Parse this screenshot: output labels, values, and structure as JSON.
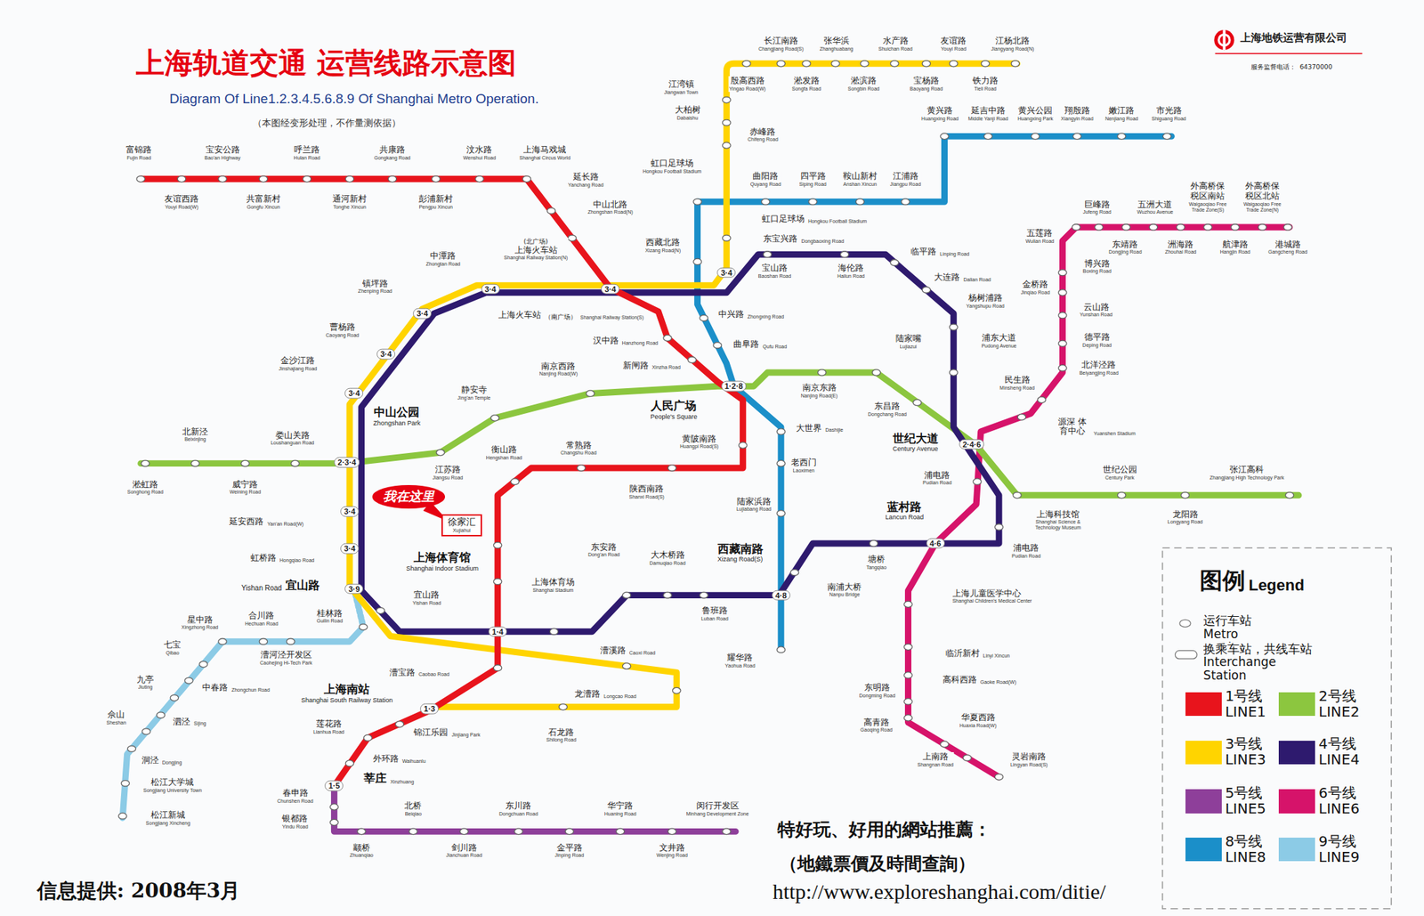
{
  "diagram": {
    "title": "上海轨道交通 运营线路示意图",
    "nodes": [
      {
        "text": [
          "我在这里"
        ]
      },
      {
        "text": [
          "徐家汇",
          "Xujiahui"
        ]
      }
    ],
    "labels": [
      "Diagram Of Line1.2.3.4.5.6.8.9 Of Shanghai Metro Operation.",
      "（本图经变形处理，不作量测依据）",
      "上海地铁运营有限公司",
      "服务监督电话：",
      "64370000",
      "图例",
      "Legend",
      "信息提供: 2008年3月",
      "特好玩、好用的網站推薦：",
      "（地鐵票價及時間查詢）",
      "http://www.exploreshanghai.com/ditie/",
      "富锦路",
      "Fujin Road",
      "友谊西路",
      "Youyi Road(W)",
      "宝安公路",
      "Bao'an Highway",
      "共富新村",
      "Gongfu Xincun",
      "呼兰路",
      "Hulan Road",
      "通河新村",
      "Tonghe Xincun",
      "共康路",
      "Gongkang Road",
      "彭浦新村",
      "Pengpu Xincun",
      "汶水路",
      "Wenshui Road",
      "上海马戏城",
      "Shanghai Circus World",
      "延长路",
      "Yanchang Road",
      "中山北路",
      "Zhongshan Road(N)",
      "(北广场)",
      "上海火车站",
      "Shanghai Railway Station(N)",
      "汉中路",
      "Hanzhong Road",
      "新闸路",
      "Xinzha Road",
      "黄陂南路",
      "Huangpi Road(S)",
      "陕西南路",
      "Shanxi Road(S)",
      "常熟路",
      "Changshu Road",
      "衡山路",
      "Hengshan Road",
      "上海体育馆",
      "Shanghai Indoor Stadium",
      "漕宝路",
      "Caobao Road",
      "上海南站",
      "Shanghai South Railway Station",
      "锦江乐园",
      "Jinjiang Park",
      "莲花路",
      "Lianhua Road",
      "外环路",
      "Waihuanlu",
      "莘庄",
      "Xinzhuang",
      "春申路",
      "Chunshen Road",
      "银都路",
      "Yindu Road",
      "颛桥",
      "Zhuanqiao",
      "北桥",
      "Beiqiao",
      "剑川路",
      "Jianchuan Road",
      "东川路",
      "Dongchuan Road",
      "金平路",
      "Jinping Road",
      "华宁路",
      "Huaning Road",
      "文井路",
      "Wenjing Road",
      "闵行开发区",
      "Minhang Development Zone",
      "淞虹路",
      "Songhong Road",
      "北新泾",
      "Beixinjing",
      "威宁路",
      "Weining Road",
      "娄山关路",
      "Loushanguan Road",
      "江苏路",
      "Jiangsu Road",
      "静安寺",
      "Jing'an Temple",
      "南京西路",
      "Nanjing Road(W)",
      "人民广场",
      "People's Square",
      "南京东路",
      "Nanjing Road(E)",
      "陆家嘴",
      "Lujiazui",
      "东昌路",
      "Dongchang Road",
      "世纪大道",
      "Century Avenue",
      "上海科技馆",
      "Shanghai Science & Technology Museum",
      "世纪公园",
      "Century Park",
      "龙阳路",
      "Longyang Road",
      "张江高科",
      "Zhangjiang High Technology Park",
      "长江南路",
      "Changjiang Road(S)",
      "殷高西路",
      "Yingao Road(W)",
      "张华浜",
      "Zhanghuabang",
      "淞发路",
      "Songfa Road",
      "水产路",
      "Shuichan Road",
      "淞滨路",
      "Songbin Road",
      "友谊路",
      "Youyi Road",
      "宝杨路",
      "Baoyang Road",
      "江杨北路",
      "Jiangyang Road(N)",
      "铁力路",
      "Tieli Road",
      "江湾镇",
      "Jiangwan Town",
      "大柏树",
      "Dabaishu",
      "赤峰路",
      "Chifeng Road",
      "虹口足球场",
      "Hongkou Football Stadium",
      "东宝兴路",
      "Dongbaoxing Road",
      "中潭路",
      "Zhongtan Road",
      "镇坪路",
      "Zhenping Road",
      "曹杨路",
      "Caoyang Road",
      "金沙江路",
      "Jinshajiang Road",
      "中山公园",
      "Zhongshan Park",
      "延安西路",
      "Yan'an Road(W)",
      "虹桥路",
      "Hongqiao Road",
      "Yishan Road",
      "宜山路",
      "漕溪路",
      "Caoxi Road",
      "龙漕路",
      "Longcao Road",
      "石龙路",
      "Shilong Road",
      "上海火车站",
      "（南广场）",
      "Shanghai Railway Station(S)",
      "宝山路",
      "Baoshan Road",
      "海伦路",
      "Hailun Road",
      "临平路",
      "Linping Road",
      "大连路",
      "Dalian Road",
      "杨树浦路",
      "Yangshupu Road",
      "浦东大道",
      "Pudong Avenue",
      "浦电路",
      "Pudian Road",
      "蓝村路",
      "Lancun Road",
      "塘桥",
      "Tangqiao",
      "南浦大桥",
      "Nanpu Bridge",
      "西藏南路",
      "Xizang Road(S)",
      "鲁班路",
      "Luban Road",
      "大木桥路",
      "Damuqiao Road",
      "东安路",
      "Dong'an Road",
      "上海体育场",
      "Shanghai Stadium",
      "宜山路",
      "Yishan Road",
      "五莲路",
      "Wulian Road",
      "巨峰路",
      "Jufeng Road",
      "东靖路",
      "Dongjing Road",
      "五洲大道",
      "Wuzhou Avenue",
      "洲海路",
      "Zhouhai Road",
      "外高桥保 税区南站",
      "Waigaoqiao Free Trade Zone(S)",
      "航津路",
      "Hangjin Road",
      "外高桥保 税区北站",
      "Waigaoqiao Free Trade Zone(N)",
      "港城路",
      "Gangcheng Road",
      "博兴路",
      "Boxing Road",
      "金桥路",
      "Jinqiao Road",
      "云山路",
      "Yunshan Road",
      "德平路",
      "Deping Road",
      "北洋泾路",
      "Beiyangjing Road",
      "民生路",
      "Minsheng Road",
      "源深 体育中心",
      "Yuanshen Stadium",
      "浦电路",
      "Pudian Road",
      "上海儿童医学中心",
      "Shanghai Children's Medical Center",
      "临沂新村",
      "Linyi Xincun",
      "高科西路",
      "Gaoke Road(W)",
      "东明路",
      "Dongming Road",
      "高青路",
      "Gaoqing Road",
      "华夏西路",
      "Huaxia Road(W)",
      "上南路",
      "Shangnan Road",
      "灵岩南路",
      "Lingyan Road(S)",
      "市光路",
      "Shiguang Road",
      "嫩江路",
      "Nenjiang Road",
      "翔殷路",
      "Xiangyin Road",
      "黄兴公园",
      "Huangxing Park",
      "延吉中路",
      "Middle Yanji Road",
      "黄兴路",
      "Huangxing Road",
      "江浦路",
      "Jiangpu Road",
      "鞍山新村",
      "Anshan Xincun",
      "四平路",
      "Siping Road",
      "曲阳路",
      "Quyang Road",
      "虹口足球场",
      "Hongkou Football Stadium",
      "西藏北路",
      "Xizang Road(N)",
      "中兴路",
      "Zhongxing Road",
      "曲阜路",
      "Qufu Road",
      "大世界",
      "Dashijie",
      "老西门",
      "Laoximen",
      "陆家浜路",
      "Lujiabang Road",
      "耀华路",
      "Yaohua Road",
      "桂林路",
      "Guilin Road",
      "合川路",
      "Hechuan Road",
      "漕河泾开发区",
      "Caohejing Hi-Tech Park",
      "星中路",
      "Xingzhong Road",
      "七宝",
      "Qibao",
      "九亭",
      "Jiuting",
      "中春路",
      "Zhongchun Road",
      "佘山",
      "Sheshan",
      "泗泾",
      "Sijing",
      "洞泾",
      "Dongjing",
      "松江大学城",
      "Songjiang University Town",
      "松江新城",
      "Songjiang Xincheng",
      "1·2·8",
      "2·3·4",
      "2·4·6",
      "3·4",
      "3·4",
      "3·4",
      "3·4",
      "3·4",
      "3·4",
      "3·4",
      "3·4",
      "3·9",
      "1·4",
      "1·3",
      "1·5",
      "4·6",
      "4·8"
    ],
    "legend": [
      {
        "text": "运行车站 Metro Station"
      },
      {
        "text": "换乘车站，共线车站 Interchange Station"
      },
      {
        "text": "1号线 LINE1",
        "color": "#e8141c"
      },
      {
        "text": "2号线 LINE2",
        "color": "#8cc63f"
      },
      {
        "text": "3号线 LINE3",
        "color": "#ffd400"
      },
      {
        "text": "4号线 LINE4",
        "color": "#2e1a6e"
      },
      {
        "text": "5号线 LINE5",
        "color": "#8e3f9a"
      },
      {
        "text": "6号线 LINE6",
        "color": "#d6136a"
      },
      {
        "text": "8号线 LINE8",
        "color": "#1b8fc9"
      },
      {
        "text": "9号线 LINE9",
        "color": "#8ccbe6"
      }
    ]
  }
}
